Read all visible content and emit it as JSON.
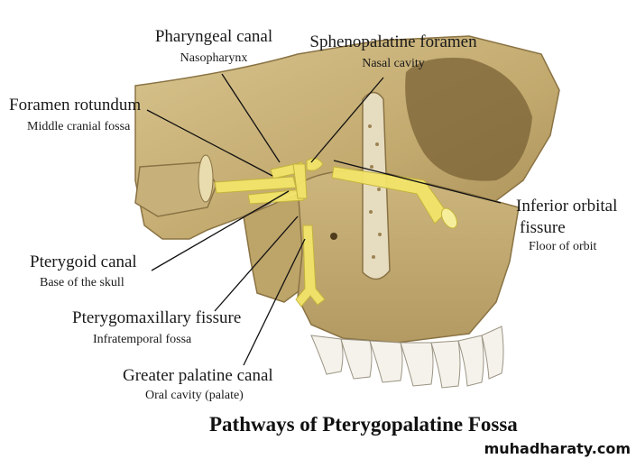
{
  "labels": {
    "pharyngeal": {
      "name": "Pharyngeal canal",
      "region": "Nasopharynx"
    },
    "sphenopalatine": {
      "name": "Sphenopalatine foramen",
      "region": "Nasal cavity"
    },
    "rotundum": {
      "name": "Foramen rotundum",
      "region": "Middle cranial fossa"
    },
    "orbital": {
      "name_line1": "Inferior orbital",
      "name_line2": "fissure",
      "region": "Floor of orbit"
    },
    "pterygoid": {
      "name": "Pterygoid canal",
      "region": "Base of the skull"
    },
    "pterygomaxillary": {
      "name": "Pterygomaxillary fissure",
      "region": "Infratemporal fossa"
    },
    "palatine": {
      "name": "Greater palatine canal",
      "region": "Oral cavity (palate)"
    }
  },
  "caption": "Pathways of Pterygopalatine Fossa",
  "watermark": "muhadharaty.com",
  "colors": {
    "bone": "#c9b27a",
    "bone_dark": "#8a7344",
    "bone_light": "#e3d3a3",
    "pathway": "#f2e46a",
    "teeth": "#f4f2ea",
    "leader": "#111111"
  }
}
